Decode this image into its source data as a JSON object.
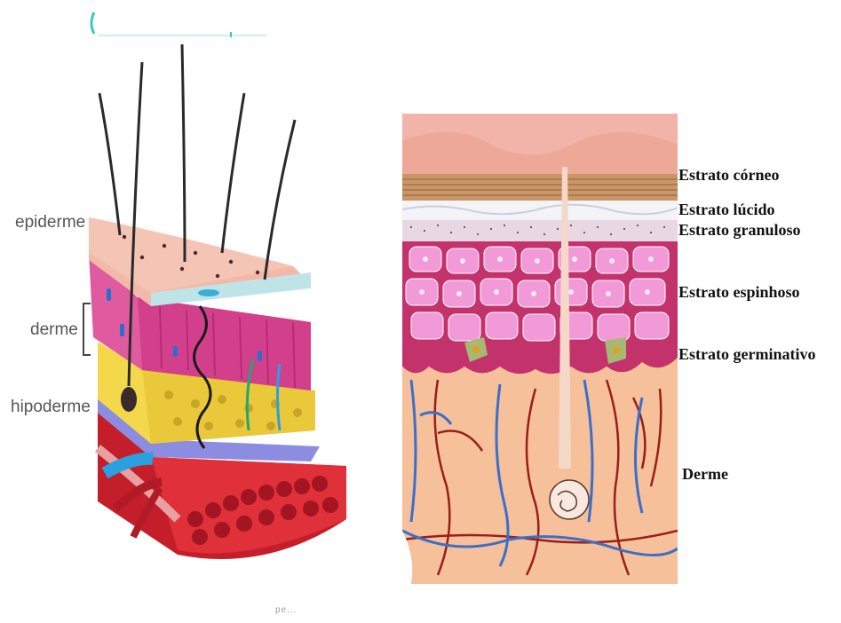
{
  "left_diagram": {
    "labels": {
      "epiderme": "epiderme",
      "derme": "derme",
      "hipoderme": "hipoderme"
    }
  },
  "right_diagram": {
    "labels": {
      "estrato_corneo": "Estrato córneo",
      "estrato_lucido": "Estrato lúcido",
      "estrato_granuloso": "Estrato granuloso",
      "estrato_espinhoso": "Estrato espinhoso",
      "estrato_germinativo": "Estrato germinativo",
      "derme": "Derme"
    }
  },
  "colors": {
    "epidermis": "#f2b8a8",
    "dermis_pink": "#e05aa0",
    "hypodermis_yellow": "#f2d84a",
    "muscle_red": "#c41e2a",
    "vein_blue": "#3b6fc9",
    "artery_red": "#a01818",
    "cell_pink": "#f29ad8",
    "dermis_peach": "#f6c09a",
    "corneum_brown": "#c89668"
  },
  "footer": {
    "text": "pe..."
  }
}
